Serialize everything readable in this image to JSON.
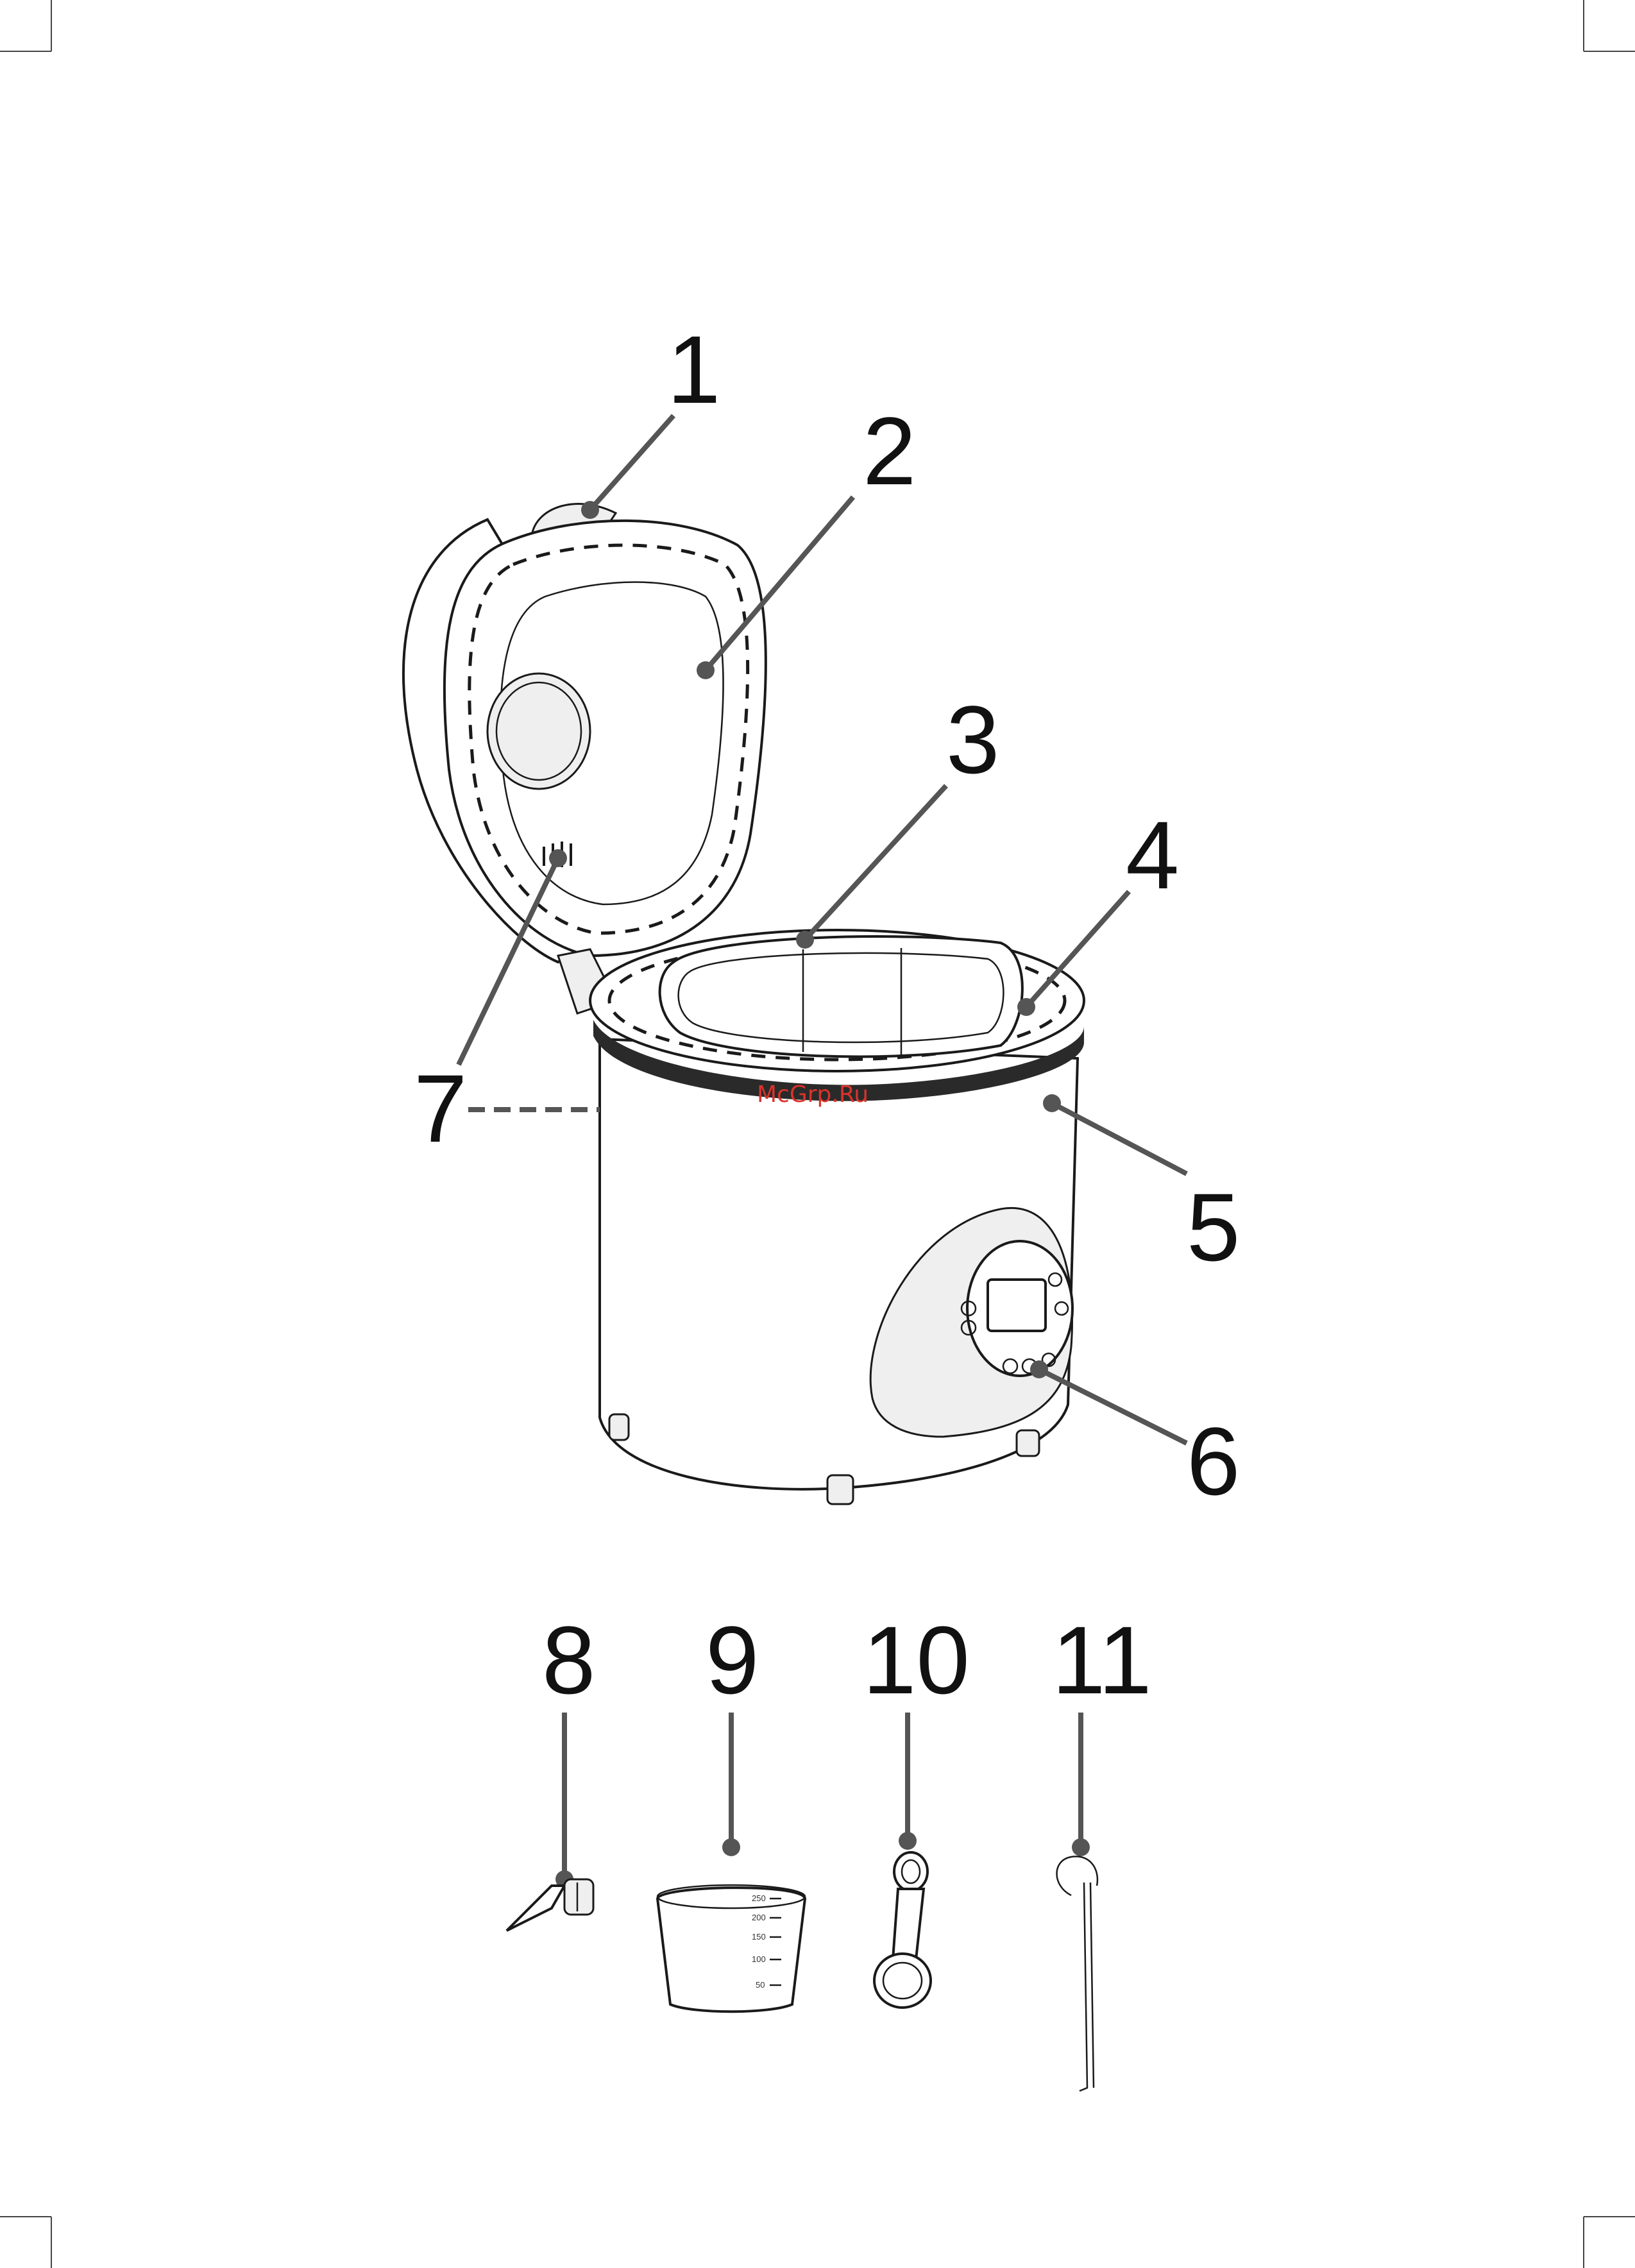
{
  "watermark": "McGrp.Ru",
  "callouts": {
    "c1": "1",
    "c2": "2",
    "c3": "3",
    "c4": "4",
    "c5": "5",
    "c6": "6",
    "c7": "7",
    "c8": "8",
    "c9": "9",
    "c10": "10",
    "c11": "11"
  },
  "measuring_cup_scale": [
    "250",
    "200",
    "150",
    "100",
    "50"
  ]
}
